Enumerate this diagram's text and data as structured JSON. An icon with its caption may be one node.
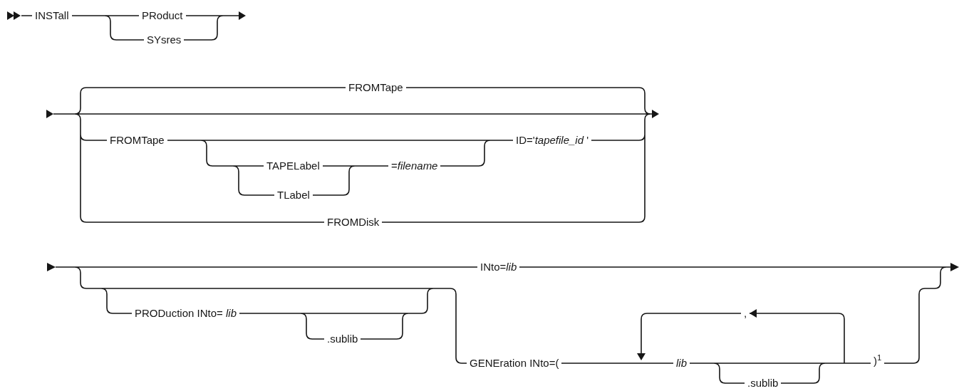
{
  "diagram": {
    "labels": [
      "INSTall",
      "PRoduct",
      "SYsres",
      "FROMTape",
      "FROMTape",
      "ID='*tapefile_id* '",
      "TAPELabel",
      "=*filename*",
      "TLabel",
      "FROMDisk",
      "INto=*lib*",
      "PRODuction INto= *lib*",
      ",",
      ".sublib",
      "GENEration INto=(",
      "*lib*",
      ")$^{1}$",
      ".sublib"
    ]
  }
}
